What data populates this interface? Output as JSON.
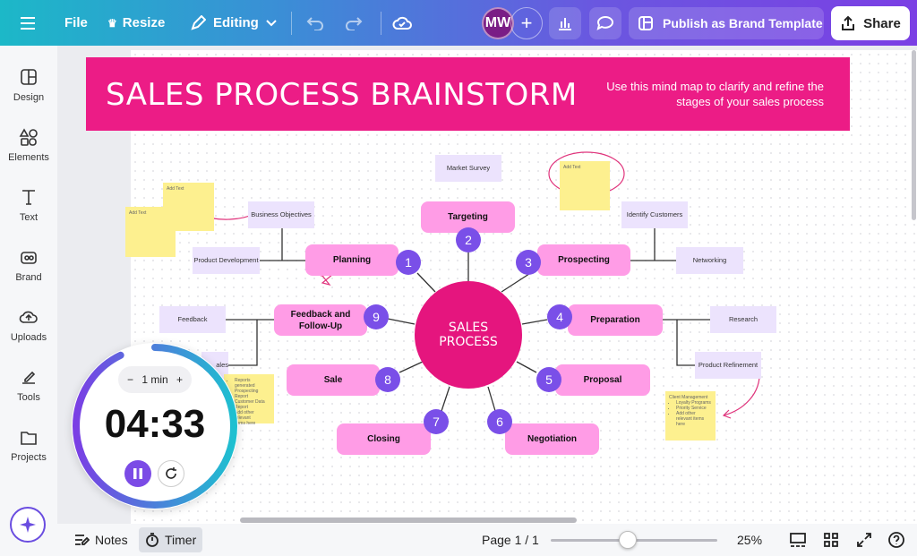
{
  "toolbar": {
    "file_label": "File",
    "resize_label": "Resize",
    "editing_label": "Editing",
    "avatar_initials": "MW",
    "publish_label": "Publish as Brand Template",
    "share_label": "Share"
  },
  "sidebar": {
    "items": [
      {
        "label": "Design",
        "icon": "design-icon"
      },
      {
        "label": "Elements",
        "icon": "elements-icon"
      },
      {
        "label": "Text",
        "icon": "text-icon"
      },
      {
        "label": "Brand",
        "icon": "brand-icon"
      },
      {
        "label": "Uploads",
        "icon": "uploads-icon"
      },
      {
        "label": "Tools",
        "icon": "tools-icon"
      },
      {
        "label": "Projects",
        "icon": "projects-icon"
      }
    ]
  },
  "banner": {
    "title": "SALES PROCESS BRAINSTORM",
    "subtitle": "Use this mind map to clarify and refine the stages of your sales process"
  },
  "mindmap": {
    "center": "SALES PROCESS",
    "stages": [
      {
        "num": "1",
        "label": "Planning"
      },
      {
        "num": "2",
        "label": "Targeting"
      },
      {
        "num": "3",
        "label": "Prospecting"
      },
      {
        "num": "4",
        "label": "Preparation"
      },
      {
        "num": "5",
        "label": "Proposal"
      },
      {
        "num": "6",
        "label": "Negotiation"
      },
      {
        "num": "7",
        "label": "Closing"
      },
      {
        "num": "8",
        "label": "Sale"
      },
      {
        "num": "9",
        "label": "Feedback and Follow-Up"
      }
    ],
    "subs": {
      "market_survey": "Market Survey",
      "business_objectives": "Business Objectives",
      "product_development": "Product Development",
      "identify_customers": "Identify Customers",
      "networking": "Networking",
      "feedback": "Feedback",
      "research": "Research",
      "product_refinement": "Product Refinement",
      "sales_partial": "ales"
    },
    "stickies": {
      "add_text": "Add Text",
      "reports_items": [
        "Reports generated",
        "Prospecting Report",
        "Customer Data",
        "Report",
        "Add other relevant",
        "items here"
      ],
      "client_title": "Client Management",
      "client_items": [
        "Loyalty Programs",
        "Priority Service",
        "Add other relevant items here"
      ]
    }
  },
  "timer": {
    "duration_label": "1 min",
    "minus": "−",
    "plus": "+",
    "time": "04:33"
  },
  "bottombar": {
    "notes_label": "Notes",
    "timer_label": "Timer",
    "page_label": "Page 1 / 1",
    "zoom_label": "25%",
    "zoom_slider_fraction": 0.46
  },
  "colors": {
    "banner": "#ec1c86",
    "stage_pill": "#ff9ce6",
    "number_badge": "#7a4fe8",
    "center_circle": "#e5157e",
    "sub_box": "#ece3fd",
    "sticky": "#fdf08f"
  }
}
